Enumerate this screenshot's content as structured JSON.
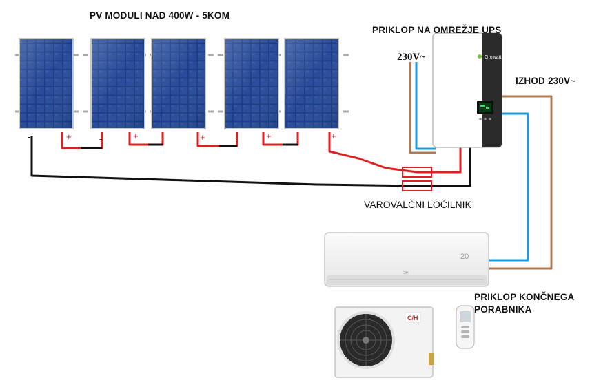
{
  "labels": {
    "pv_title": "PV MODULI NAD 400W - 5KOM",
    "grid_title": "PRIKLOP NA OMREŽJE  UPS",
    "ac_in": "230V~",
    "output": "IZHOD 230V~",
    "fuse": "VAROVALČNI LOČILNIK",
    "consumer_line1": "PRIKLOP KONČNEGA",
    "consumer_line2": "PORABNIKA"
  },
  "panel_terminals": [
    {
      "left": "-",
      "right": "+"
    },
    {
      "left": "+",
      "right": "-"
    },
    {
      "left": "+",
      "right": "-"
    },
    {
      "left": "+",
      "right": "-"
    },
    {
      "left": "+",
      "right": ""
    }
  ],
  "devices": {
    "inverter_brand": "Growatt",
    "outdoor_brand": "C/H",
    "indoor_display": "20",
    "indoor_logo": "C/H"
  },
  "colors": {
    "wire_red": "#e02020",
    "wire_black": "#111111",
    "wire_blue": "#1e9be0",
    "wire_brown": "#b07a52",
    "panel_cell": "#1d3c86"
  }
}
